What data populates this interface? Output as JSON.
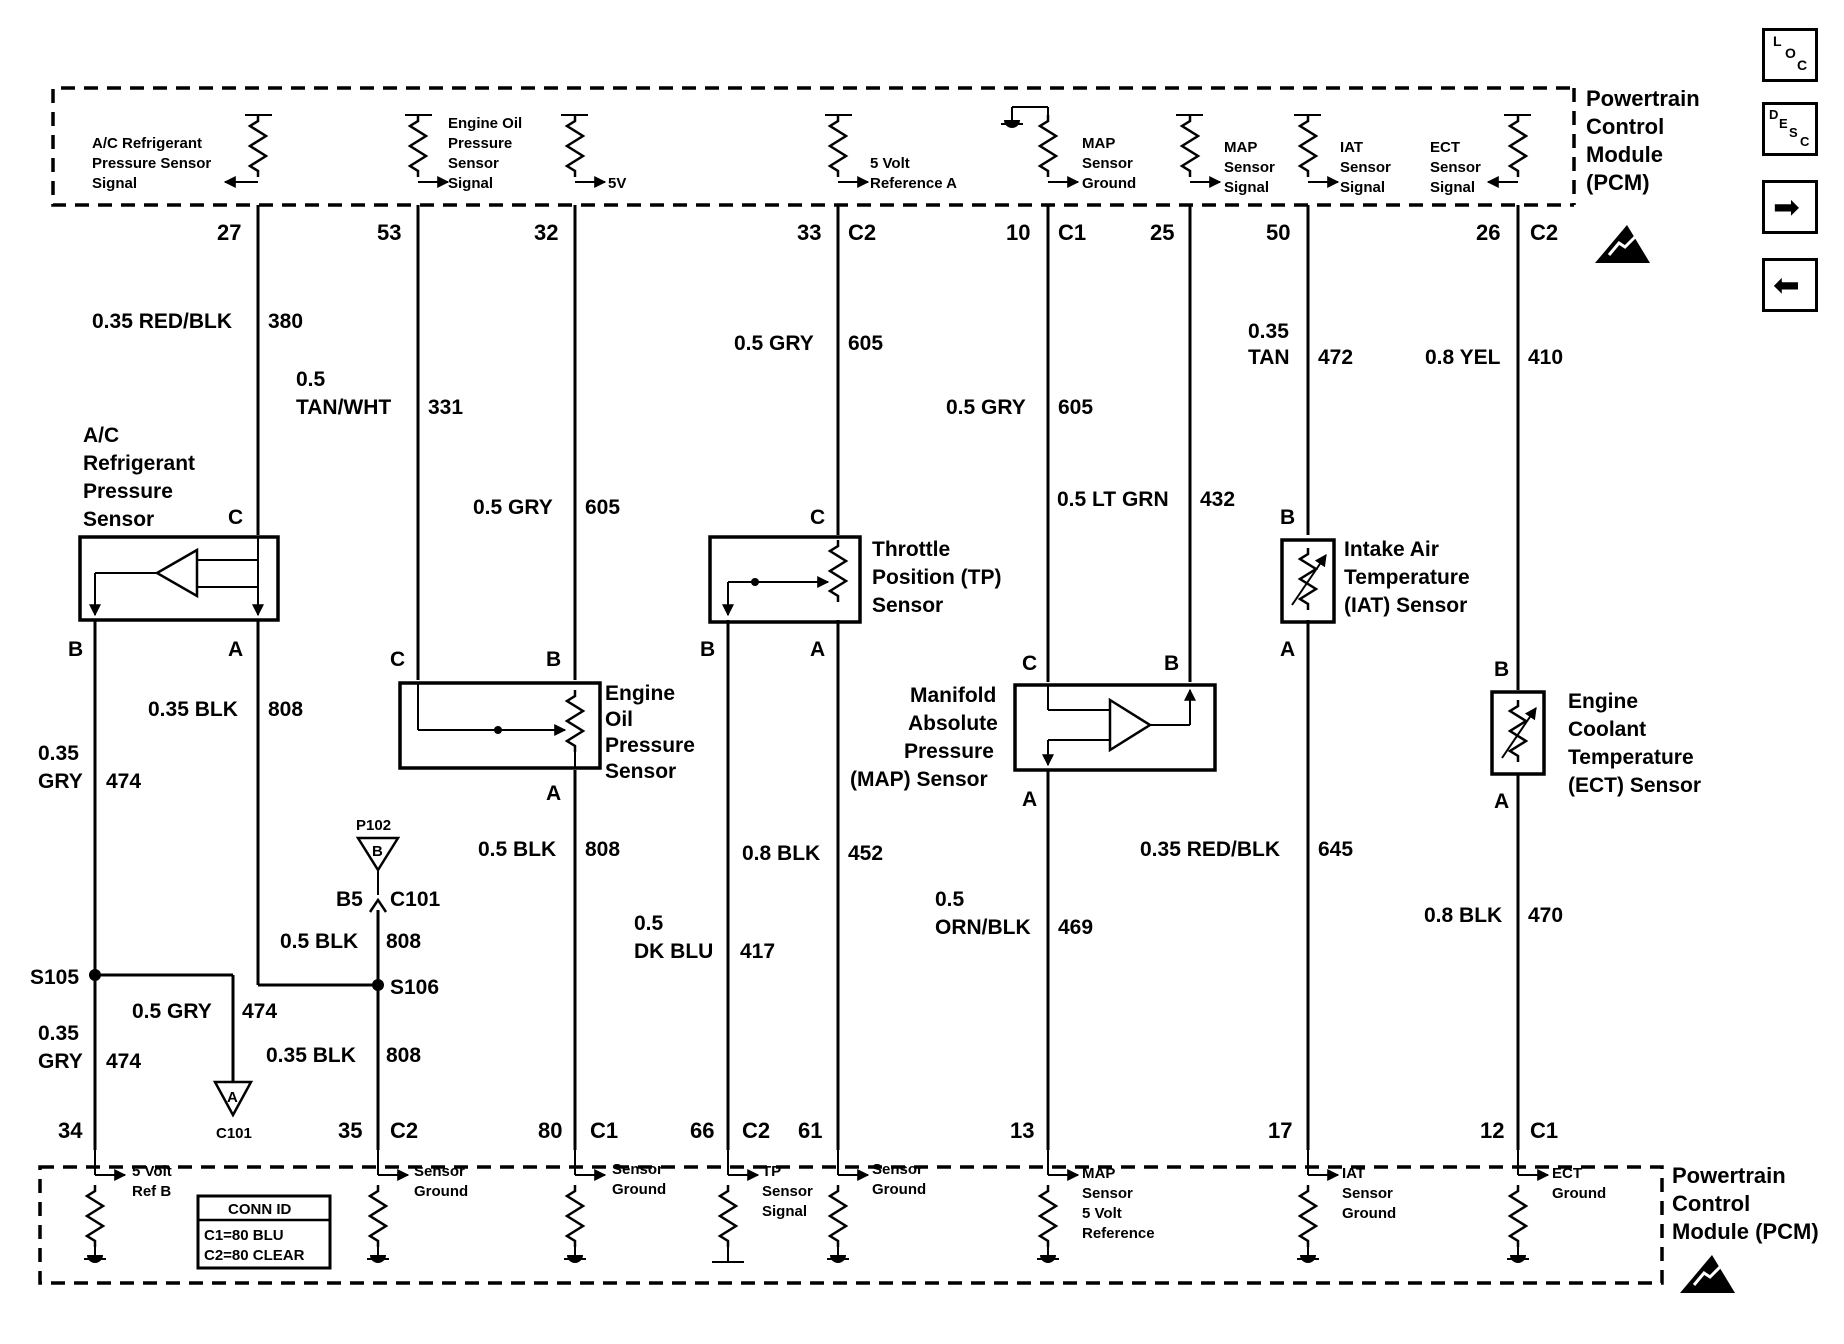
{
  "nav": {
    "loc_letters": [
      "L",
      "O",
      "C"
    ],
    "desc_letters": [
      "D",
      "E",
      "S",
      "C"
    ],
    "next_glyph": "➡",
    "prev_glyph": "⬅"
  },
  "pcm": {
    "top_title": [
      "Powertrain",
      "Control",
      "Module",
      "(PCM)"
    ],
    "bottom_title": [
      "Powertrain",
      "Control",
      "Module (PCM)"
    ],
    "esd_icon": "esd-warning-icon"
  },
  "top_labels": {
    "ac_signal": [
      "A/C Refrigerant",
      "Pressure Sensor",
      "Signal"
    ],
    "eop_signal": [
      "Engine Oil",
      "Pressure",
      "Sensor",
      "Signal"
    ],
    "five_v": "5V",
    "five_v_ref_a": [
      "5 Volt",
      "Reference A"
    ],
    "map_ground": [
      "MAP",
      "Sensor",
      "Ground"
    ],
    "map_signal": [
      "MAP",
      "Sensor",
      "Signal"
    ],
    "iat_signal": [
      "IAT",
      "Sensor",
      "Signal"
    ],
    "ect_signal": [
      "ECT",
      "Sensor",
      "Signal"
    ]
  },
  "top_pins": {
    "p27": "27",
    "p53": "53",
    "p32": "32",
    "p33": "33",
    "c2a": "C2",
    "p10": "10",
    "c1a": "C1",
    "p25": "25",
    "p50": "50",
    "p26": "26",
    "c2b": "C2"
  },
  "wires": {
    "w380": {
      "spec": "0.35 RED/BLK",
      "circuit": "380"
    },
    "w331": {
      "spec": [
        "0.5",
        "TAN/WHT"
      ],
      "circuit": "331"
    },
    "w605a": {
      "spec": "0.5 GRY",
      "circuit": "605"
    },
    "w605b": {
      "spec": "0.5 GRY",
      "circuit": "605"
    },
    "w605c": {
      "spec": "0.5 GRY",
      "circuit": "605"
    },
    "w432": {
      "spec": "0.5 LT GRN",
      "circuit": "432"
    },
    "w472": {
      "spec": [
        "0.35",
        "TAN"
      ],
      "circuit": "472"
    },
    "w410": {
      "spec": "0.8 YEL",
      "circuit": "410"
    },
    "w474a": {
      "spec": [
        "0.35",
        "GRY"
      ],
      "circuit": "474"
    },
    "w808a": {
      "spec": "0.35 BLK",
      "circuit": "808"
    },
    "w808b": {
      "spec": "0.5 BLK",
      "circuit": "808"
    },
    "w808c": {
      "spec": "0.5 BLK",
      "circuit": "808"
    },
    "w808d": {
      "spec": "0.35 BLK",
      "circuit": "808"
    },
    "w474b": {
      "spec": "0.5 GRY",
      "circuit": "474"
    },
    "w474c": {
      "spec": [
        "0.35",
        "GRY"
      ],
      "circuit": "474"
    },
    "w417": {
      "spec": [
        "0.5",
        "DK BLU"
      ],
      "circuit": "417"
    },
    "w452": {
      "spec": "0.8 BLK",
      "circuit": "452"
    },
    "w469": {
      "spec": [
        "0.5",
        "ORN/BLK"
      ],
      "circuit": "469"
    },
    "w645": {
      "spec": "0.35 RED/BLK",
      "circuit": "645"
    },
    "w470": {
      "spec": "0.8 BLK",
      "circuit": "470"
    }
  },
  "components": {
    "ac_sensor": [
      "A/C",
      "Refrigerant",
      "Pressure",
      "Sensor"
    ],
    "eop_sensor": [
      "Engine",
      "Oil",
      "Pressure",
      "Sensor"
    ],
    "tp_sensor": [
      "Throttle",
      "Position (TP)",
      "Sensor"
    ],
    "map_sensor": [
      "Manifold",
      "Absolute",
      "Pressure",
      "(MAP) Sensor"
    ],
    "iat_sensor": [
      "Intake Air",
      "Temperature",
      "(IAT) Sensor"
    ],
    "ect_sensor": [
      "Engine",
      "Coolant",
      "Temperature",
      "(ECT) Sensor"
    ]
  },
  "terminals": {
    "ac_c": "C",
    "ac_b": "B",
    "ac_a": "A",
    "eop_c": "C",
    "eop_b": "B",
    "eop_a": "A",
    "tp_c": "C",
    "tp_b": "B",
    "tp_a": "A",
    "map_c": "C",
    "map_b": "B",
    "map_a": "A",
    "iat_b": "B",
    "iat_a": "A",
    "ect_b": "B",
    "ect_a": "A"
  },
  "splices": {
    "p102": "P102",
    "p102_letter": "B",
    "b5": "B5",
    "c101": "C101",
    "s105": "S105",
    "s106": "S106",
    "c101_bottom": "C101",
    "c101_letter": "A"
  },
  "bottom_pins": {
    "p34": "34",
    "p35": "35",
    "c2a": "C2",
    "p80": "80",
    "c1a": "C1",
    "p66": "66",
    "c2b": "C2",
    "p61": "61",
    "p13": "13",
    "p17": "17",
    "p12": "12",
    "c1b": "C1"
  },
  "bottom_labels": {
    "five_v_ref_b": [
      "5 Volt",
      "Ref B"
    ],
    "sensor_ground_1": [
      "Sensor",
      "Ground"
    ],
    "sensor_ground_2": [
      "Sensor",
      "Ground"
    ],
    "tp_signal": [
      "TP",
      "Sensor",
      "Signal"
    ],
    "sensor_ground_3": [
      "Sensor",
      "Ground"
    ],
    "map_5v_ref": [
      "MAP",
      "Sensor",
      "5 Volt",
      "Reference"
    ],
    "iat_ground": [
      "IAT",
      "Sensor",
      "Ground"
    ],
    "ect_ground": [
      "ECT",
      "Ground"
    ]
  },
  "conn_id": {
    "title": "CONN ID",
    "c1": "C1=80 BLU",
    "c2": "C2=80 CLEAR"
  }
}
